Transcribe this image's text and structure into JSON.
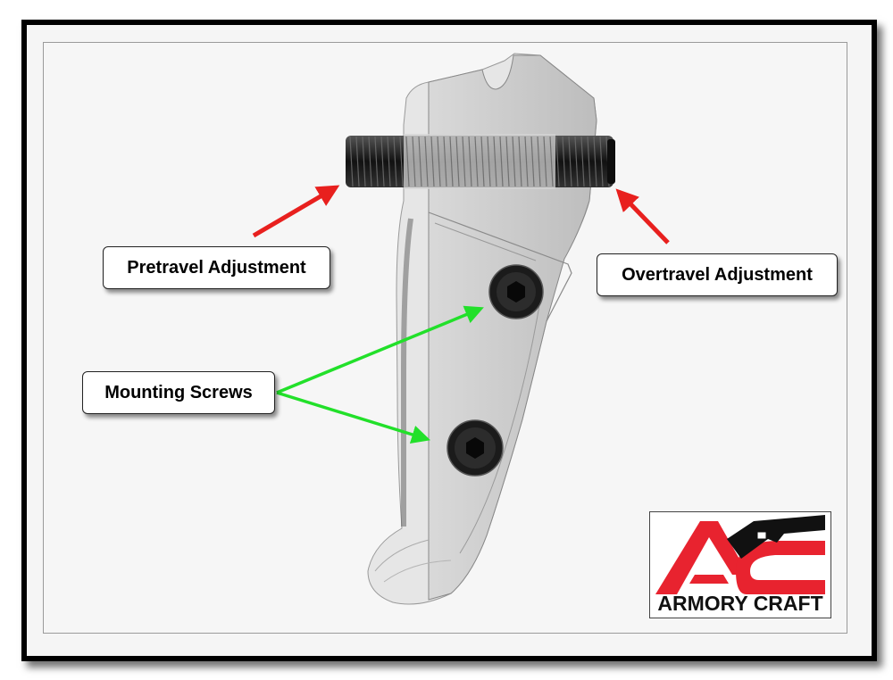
{
  "callouts": {
    "pretravel": "Pretravel Adjustment",
    "overtravel": "Overtravel Adjustment",
    "mounting": "Mounting Screws"
  },
  "logo": {
    "text": "ARMORY CRAFT"
  },
  "colors": {
    "arrow_red": "#e8201e",
    "arrow_green": "#22e02a",
    "logo_red": "#e8232f",
    "screw_black": "#141414",
    "trigger_gray": "#c8c8c8"
  },
  "icons": [
    "trigger-icon",
    "screw-icon",
    "pistol-icon"
  ]
}
